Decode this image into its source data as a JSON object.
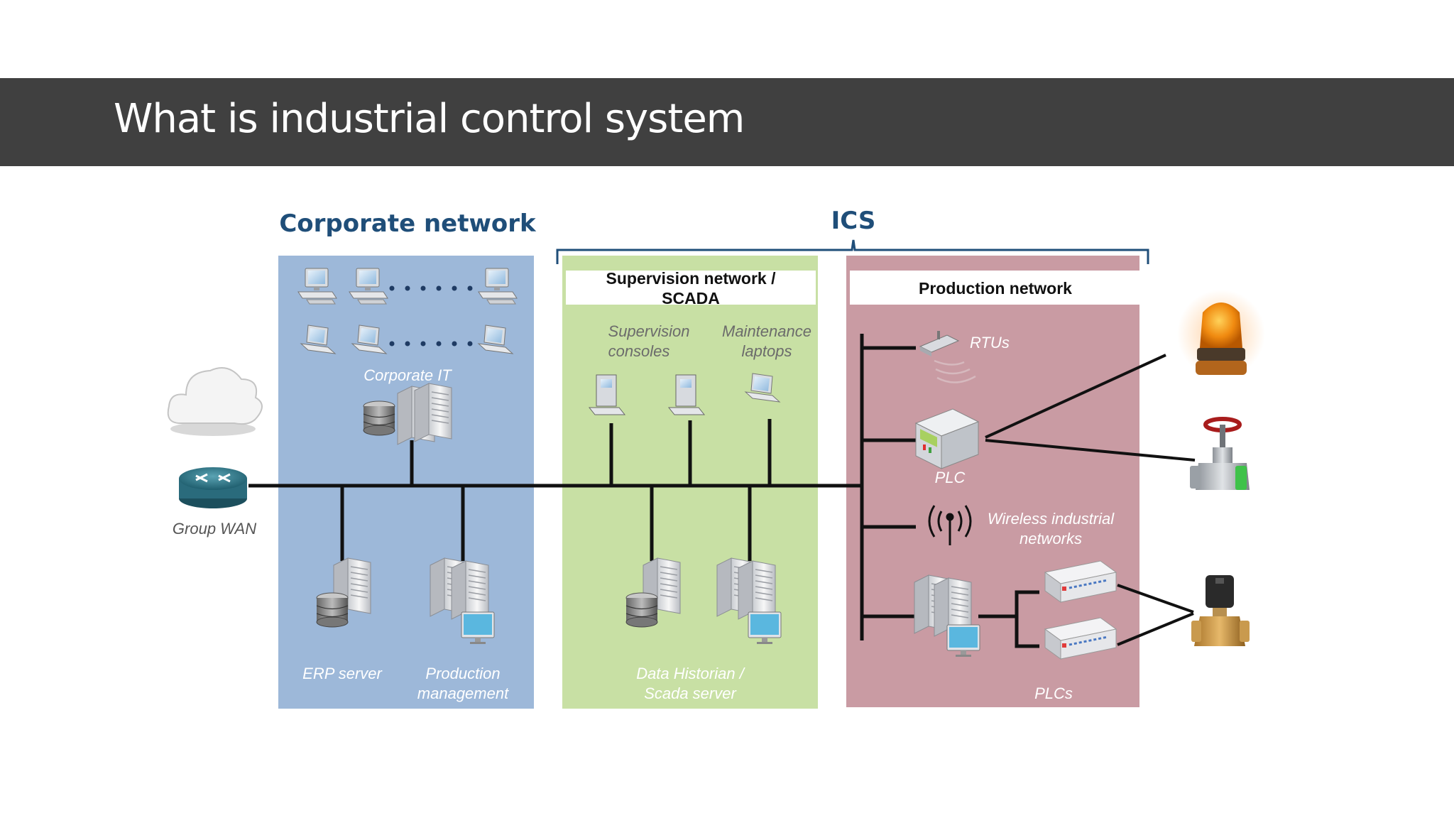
{
  "slide": {
    "title": "What is industrial control system"
  },
  "diagram": {
    "zones": {
      "corporate": "Corporate network",
      "ics": "ICS"
    },
    "sections": {
      "supervision_line1": "Supervision network /",
      "supervision_line2": "SCADA",
      "production": "Production network"
    },
    "labels": {
      "group_wan": "Group WAN",
      "corporate_it": "Corporate IT",
      "erp_server": "ERP server",
      "production_management_1": "Production",
      "production_management_2": "management",
      "supervision_consoles_1": "Supervision",
      "supervision_consoles_2": "consoles",
      "maintenance_laptops_1": "Maintenance",
      "maintenance_laptops_2": "laptops",
      "data_historian_1": "Data Historian /",
      "data_historian_2": "Scada server",
      "rtus": "RTUs",
      "plc": "PLC",
      "wireless_1": "Wireless industrial",
      "wireless_2": "networks",
      "plcs": "PLCs"
    },
    "colors": {
      "corporate_bg": "#9db8d9",
      "supervision_bg": "#c8e0a4",
      "production_bg": "#c99ba3",
      "title_bar": "#404040",
      "zone_heading": "#1f4e79"
    }
  }
}
